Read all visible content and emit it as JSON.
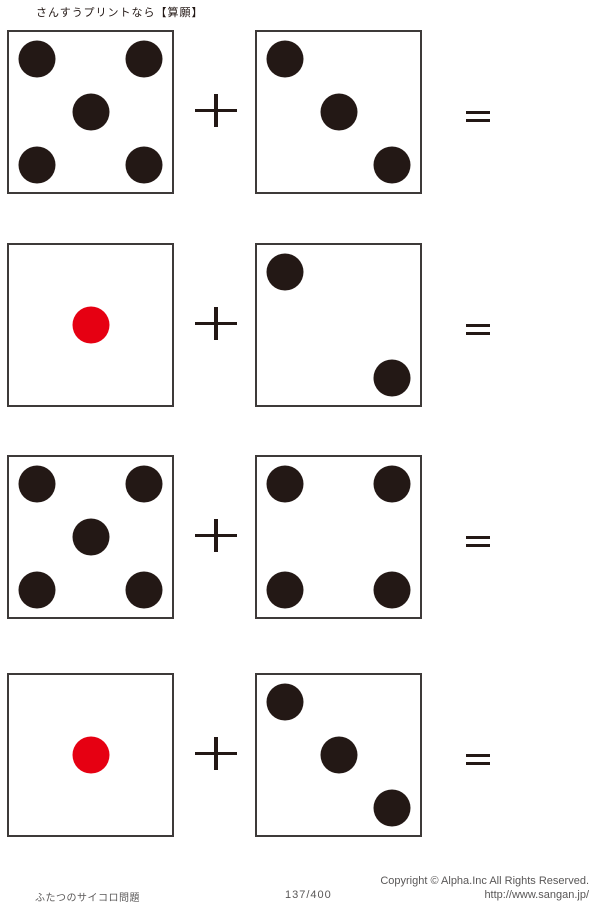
{
  "header": {
    "title": "さんすうプリントなら【算願】"
  },
  "symbols": {
    "plus": "+",
    "equals": "="
  },
  "colors": {
    "pip_black": "#231815",
    "pip_red": "#e60012",
    "die_border": "#3e3a39",
    "footer_text": "#595757",
    "header_text": "#231815"
  },
  "problems": [
    {
      "left": {
        "value": 5,
        "pip_color": "#231815"
      },
      "right": {
        "value": 3,
        "pip_color": "#231815"
      }
    },
    {
      "left": {
        "value": 1,
        "pip_color": "#e60012"
      },
      "right": {
        "value": 2,
        "pip_color": "#231815"
      }
    },
    {
      "left": {
        "value": 5,
        "pip_color": "#231815"
      },
      "right": {
        "value": 4,
        "pip_color": "#231815"
      }
    },
    {
      "left": {
        "value": 1,
        "pip_color": "#e60012"
      },
      "right": {
        "value": 3,
        "pip_color": "#231815"
      }
    }
  ],
  "footer": {
    "worksheet_title": "ふたつのサイコロ問題",
    "page_number": "137/400",
    "copyright": "Copyright ©  Alpha.Inc All Rights Reserved.",
    "url": "http://www.sangan.jp/"
  }
}
